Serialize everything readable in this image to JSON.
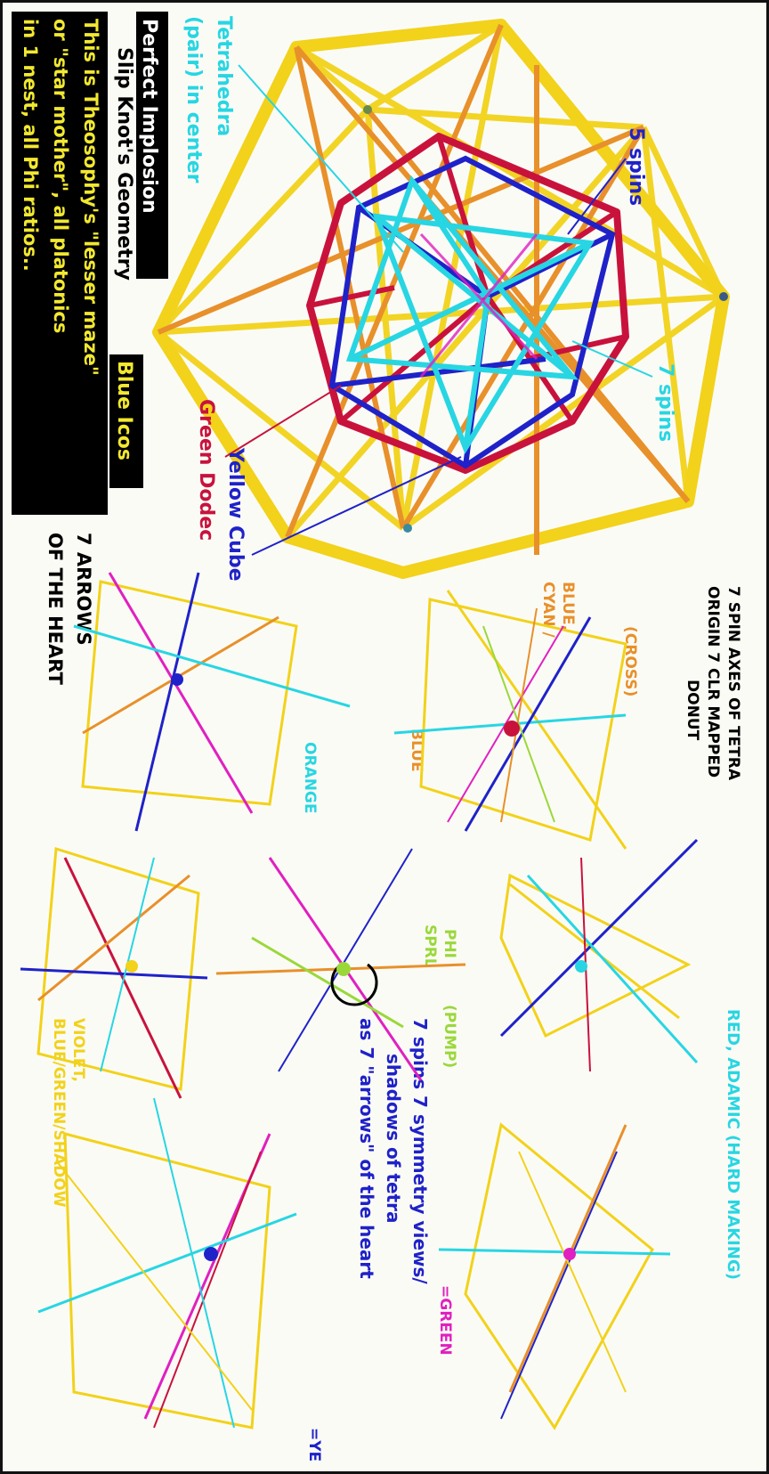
{
  "texts": {
    "title_line1": "Perfect Implosion",
    "title_line2": "Slip Knot's Geometry",
    "blue_icos": "Blue Icos",
    "theosophy_line1": "This is Theosophy's \"lesser maze\"",
    "theosophy_line2": "or \"star mother\", all platonics",
    "theosophy_line3": "in 1 nest, all Phi ratios..",
    "tetra_line1": "Tetrahedra",
    "tetra_line2": "(pair) in center",
    "five_spins": "5 spins",
    "seven_spins": "7 spins",
    "yellow_cube": "Yellow Cube",
    "green_dodec": "Green Dodec",
    "arrows_line1": "7 ARROWS",
    "arrows_line2": "OF THE HEART",
    "spin_axes_line1": "7 SPIN AXES OF TETRA",
    "spin_axes_line2": "ORIGIN 7 CLR MAPPED",
    "spin_axes_line3": "DONUT",
    "cross": "(CROSS)",
    "blue_cyan_line1": "BLUE,",
    "blue_cyan_line2": "CYAN /",
    "blue": "BLUE",
    "orange": "ORANGE",
    "red_adamic": "RED, ADAMIC (HARD MAKING)",
    "phi": "PHI",
    "sprl": "SPRL",
    "pump": "(PUMP)",
    "spins_views_line1": "7 spins 7 symmetry views/",
    "spins_views_line2": "shadows of tetra",
    "spins_views_line3": "as 7 \"arrows\" of the heart",
    "green_label": "=GREEN",
    "ye_label": "=YE",
    "violet_line1": "VIOLET,",
    "violet_line2": "BLUE/GREEN/SHADOW"
  },
  "colors": {
    "yellow": "#f2d21a",
    "orange": "#e8902a",
    "crimson": "#c8123c",
    "blue": "#1f22c8",
    "cyan": "#27d6e2",
    "magenta": "#e020c0",
    "green": "#9ad83a",
    "black": "#000000"
  }
}
